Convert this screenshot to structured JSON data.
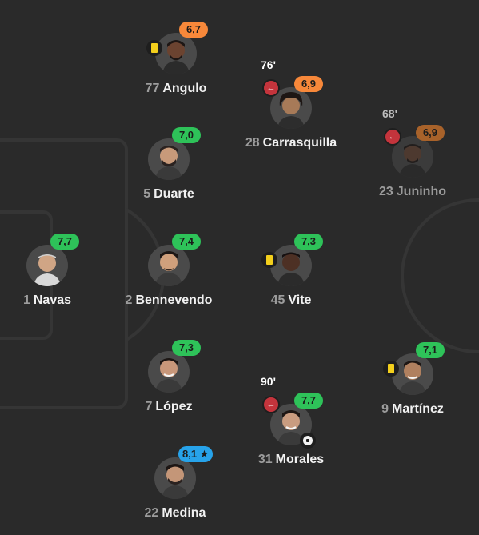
{
  "players": [
    {
      "id": "angulo",
      "number": "77",
      "name": "Angulo",
      "rating": "6,7",
      "rating_color": "#f7883a",
      "yellow_card": true
    },
    {
      "id": "carrasquilla",
      "number": "28",
      "name": "Carrasquilla",
      "rating": "6,9",
      "rating_color": "#f7883a",
      "sub_minute": "76'",
      "subbed_off": true
    },
    {
      "id": "juninho",
      "number": "23",
      "name": "Juninho",
      "rating": "6,9",
      "rating_color": "#a8622a",
      "sub_minute": "68'",
      "subbed_off": true,
      "dimmed": true
    },
    {
      "id": "duarte",
      "number": "5",
      "name": "Duarte",
      "rating": "7,0",
      "rating_color": "#2ec259"
    },
    {
      "id": "navas",
      "number": "1",
      "name": "Navas",
      "rating": "7,7",
      "rating_color": "#2ec259"
    },
    {
      "id": "bennevendo",
      "number": "2",
      "name": "Bennevendo",
      "rating": "7,4",
      "rating_color": "#2ec259"
    },
    {
      "id": "vite",
      "number": "45",
      "name": "Vite",
      "rating": "7,3",
      "rating_color": "#2ec259",
      "yellow_card": true
    },
    {
      "id": "lopez",
      "number": "7",
      "name": "López",
      "rating": "7,3",
      "rating_color": "#2ec259"
    },
    {
      "id": "morales",
      "number": "31",
      "name": "Morales",
      "rating": "7,7",
      "rating_color": "#2ec259",
      "sub_minute": "90'",
      "subbed_off": true,
      "goal": true
    },
    {
      "id": "martinez",
      "number": "9",
      "name": "Martínez",
      "rating": "7,1",
      "rating_color": "#2ec259",
      "yellow_card": true
    },
    {
      "id": "medina",
      "number": "22",
      "name": "Medina",
      "rating": "8,1 ★",
      "rating_color": "#27a3ea",
      "player_of_match": true
    }
  ],
  "icons": {
    "yellow_card": "yellow-card-icon",
    "substitution": "sub-off-arrow-icon",
    "goal": "football-icon",
    "star": "star-icon"
  },
  "colors": {
    "background": "#2a2a2a",
    "pitch_lines": "#353535",
    "rating_orange": "#f7883a",
    "rating_green": "#2ec259",
    "rating_blue": "#27a3ea",
    "rating_brown": "#a8622a",
    "sub_red": "#c4343c",
    "card_yellow": "#f3cf1c"
  }
}
